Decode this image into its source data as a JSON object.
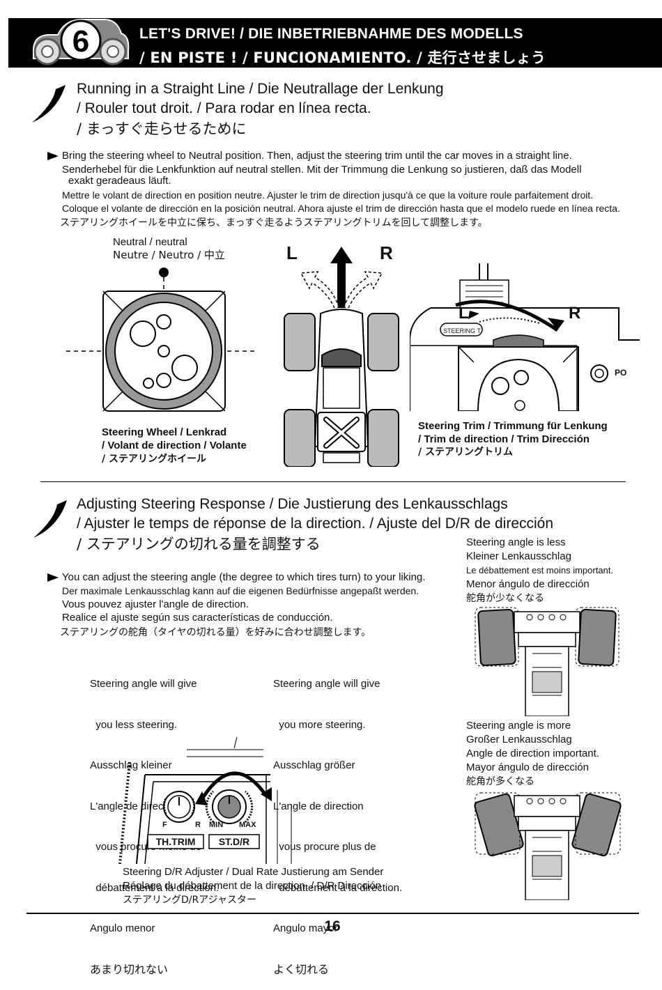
{
  "header": {
    "step_number": "6",
    "title_line1": "LET'S DRIVE! / DIE INBETRIEBNAHME DES MODELLS",
    "title_line2": "/ EN PISTE !  / FUNCIONAMIENTO. / 走行させましょう"
  },
  "section1": {
    "title_lines": [
      "Running in a Straight Line / Die Neutrallage der Lenkung",
      "/ Rouler tout droit. / Para rodar en línea recta.",
      "/ まっすぐ走らせるために"
    ],
    "instructions": [
      "Bring the steering wheel to Neutral position. Then, adjust the steering trim until the car moves in a straight line.",
      "Senderhebel für die Lenkfunktion auf neutral stellen. Mit der Trimmung die Lenkung so justieren, daß das Modell",
      "exakt geradeaus läuft.",
      "Mettre le volant de direction en position neutre. Ajuster le trim de direction jusqu'à ce que la voiture roule parfaitement droit.",
      "Coloque el volante de dirección en la posición neutral. Ahora ajuste el trim de dirección hasta que el modelo ruede en línea recta.",
      "ステアリングホイールを中立に保ち、まっすぐ走るようステアリングトリムを回して調整します。"
    ],
    "neutral_label": [
      "Neutral / neutral",
      "Neutre / Neutro / 中立"
    ],
    "arrow_left": "L",
    "arrow_right": "R",
    "trim_left": "L",
    "trim_right": "R",
    "trim_knob_label": "STEERING TRIM",
    "power_label": "PO",
    "steering_wheel_caption": [
      "Steering Wheel / Lenkrad",
      "/ Volant de direction / Volante",
      "/ ステアリングホイール"
    ],
    "steering_trim_caption": [
      "Steering Trim / Trimmung für Lenkung",
      "/ Trim de direction / Trim Dirección",
      "/ ステアリングトリム"
    ]
  },
  "section2": {
    "title_lines": [
      "Adjusting Steering Response / Die Justierung des Lenkausschlags",
      "/ Ajuster le temps de réponse de la direction. / Ajuste del D/R de dirección",
      "/ ステアリングの切れる量を調整する"
    ],
    "instructions": [
      "You can adjust the steering angle (the degree to which tires turn) to your liking.",
      "Der maximale Lenkausschlag kann auf die eigenen Bedürfnisse angepaßt werden.",
      "Vous pouvez ajuster l'angle de direction.",
      "Realice el ajuste según sus características de conducción.",
      "ステアリングの舵角（タイヤの切れる量）を好みに合わせ調整します。"
    ],
    "less_steering": [
      "Steering angle will give",
      "  you less steering.",
      "Ausschlag kleiner",
      "L'angle de direction",
      "  vous procure moins de",
      "  débattement à la direction.",
      "Angulo menor",
      "あまり切れない"
    ],
    "more_steering": [
      "Steering angle will give",
      "  you more steering.",
      "Ausschlag größer",
      "L'angle de direction",
      "  vous procure plus de",
      "  débattement à la direction.",
      "Angulo mayor",
      "よく切れる"
    ],
    "angle_less": [
      "Steering angle is less",
      "Kleiner Lenkausschlag",
      "Le débattement est moins important.",
      "Menor ángulo de dirección",
      "舵角が少なくなる"
    ],
    "angle_more": [
      "Steering angle is more",
      "Großer Lenkausschlag",
      "Angle de direction important.",
      "Mayor ángulo de dirección",
      "舵角が多くなる"
    ],
    "knob_labels": {
      "f": "F",
      "r": "R",
      "min": "MIN",
      "max": "MAX",
      "th_trim": "TH.TRIM",
      "st_dr": "ST.D/R"
    },
    "dr_caption": [
      "Steering D/R Adjuster / Dual Rate Justierung am Sender",
      "Réglage du débattement de la direction. / D/R Dirección",
      "ステアリングD/Rアジャスター"
    ]
  },
  "page_number": "16"
}
